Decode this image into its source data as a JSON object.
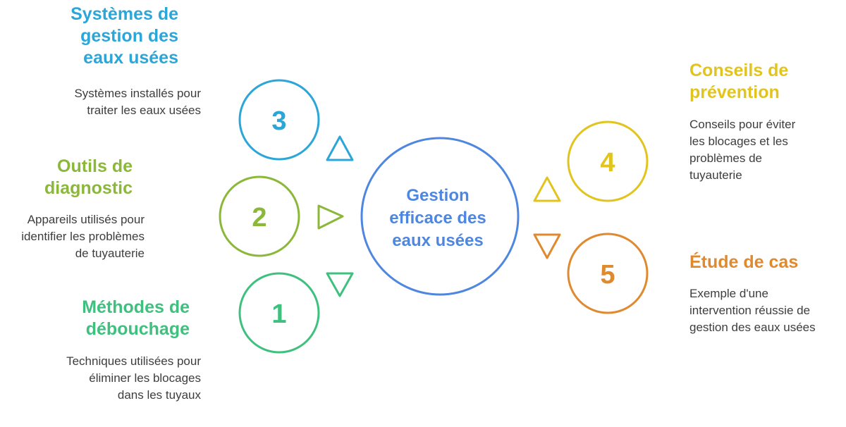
{
  "center": {
    "line1": "Gestion",
    "line2": "efficace des",
    "line3": "eaux usées",
    "color": "#4f86e0"
  },
  "items": [
    {
      "number": "3",
      "title": "Systèmes de gestion des eaux usées",
      "description": "Systèmes installés pour traiter les eaux usées",
      "color": "#2ba6d8"
    },
    {
      "number": "2",
      "title": "Outils de diagnostic",
      "description": "Appareils utilisés pour identifier les problèmes de tuyauterie",
      "color": "#8cb83a"
    },
    {
      "number": "1",
      "title": "Méthodes de débouchage",
      "description": "Techniques utilisées pour éliminer les blocages dans les tuyaux",
      "color": "#3fc07e"
    },
    {
      "number": "4",
      "title": "Conseils de prévention",
      "description": "Conseils pour éviter les blocages et les problèmes de tuyauterie",
      "color": "#e2c41f"
    },
    {
      "number": "5",
      "title": "Étude de cas",
      "description": "Exemple d'une intervention réussie de gestion des eaux usées",
      "color": "#e08a2f"
    }
  ]
}
